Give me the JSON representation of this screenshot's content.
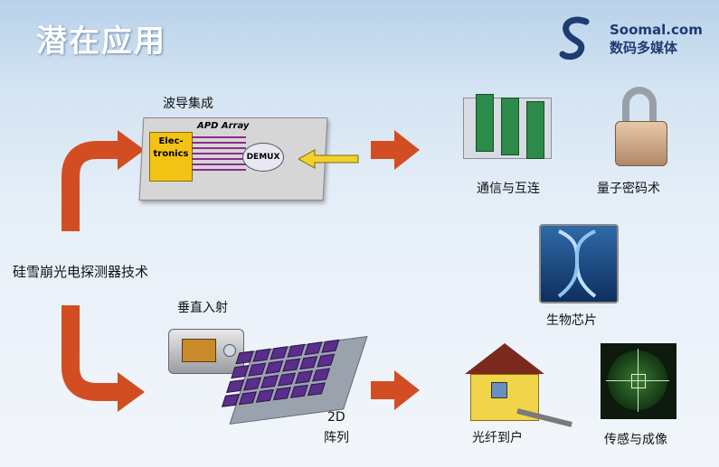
{
  "title": "潜在应用",
  "logo": {
    "line1": "Soomal.com",
    "line2": "数码多媒体",
    "icon": "s-logo-icon"
  },
  "center_label": "硅雪崩光电探测器技术",
  "upper_branch": {
    "label": "波导集成",
    "apd_array": "APD Array",
    "electronics": "Elec-\ntronics",
    "demux": "DEMUX"
  },
  "lower_branch": {
    "label": "垂直入射",
    "array_label_line1": "2D",
    "array_label_line2": "阵列"
  },
  "applications": [
    {
      "label": "通信与互连",
      "icon": "server-rack-icon"
    },
    {
      "label": "量子密码术",
      "icon": "padlock-icon"
    },
    {
      "label": "生物芯片",
      "icon": "dna-icon"
    },
    {
      "label": "光纤到户",
      "icon": "house-icon"
    },
    {
      "label": "传感与成像",
      "icon": "night-vision-icon"
    }
  ],
  "colors": {
    "arrow": "#d24e22",
    "background_top": "#b8d2ea",
    "title": "#ffffff"
  }
}
